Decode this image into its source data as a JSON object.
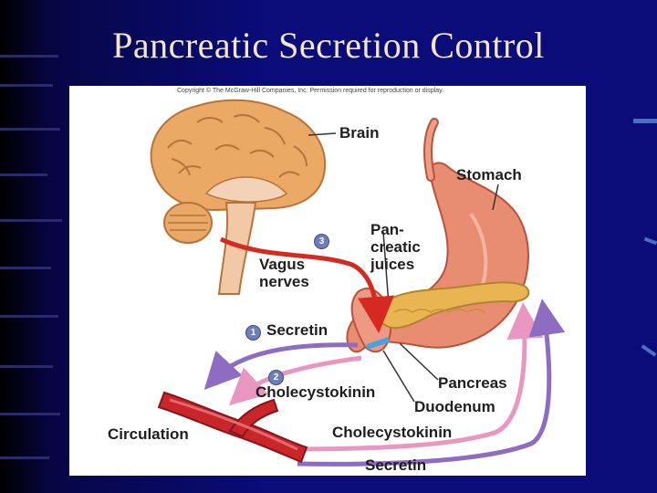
{
  "slide": {
    "title": "Pancreatic Secretion Control"
  },
  "figure": {
    "copyright": "Copyright © The McGraw-Hill Companies, Inc. Permission required for reproduction or display.",
    "labels": {
      "brain": "Brain",
      "stomach": "Stomach",
      "pancreatic_juices": "Pan-\ncreatic\njuices",
      "vagus_nerves": "Vagus\nnerves",
      "secretin_1": "Secretin",
      "cholecystokinin_2": "Cholecystokinin",
      "pancreas": "Pancreas",
      "duodenum": "Duodenum",
      "circulation": "Circulation",
      "cholecystokinin_bottom": "Cholecystokinin",
      "secretin_bottom": "Secretin"
    },
    "steps": [
      "1",
      "2",
      "3"
    ]
  },
  "colors": {
    "background": "#0b0b7a",
    "title": "#f2e6c6",
    "brain": "#e8a45c",
    "stomach": "#e9866b",
    "pancreas": "#e8b552",
    "vessel": "#c8262b",
    "nerve_arrow": "#d42a22",
    "secretin_arrow": "#8e6cc2",
    "cck_arrow": "#e996c0",
    "juice_arrow": "#4aa3e0"
  }
}
